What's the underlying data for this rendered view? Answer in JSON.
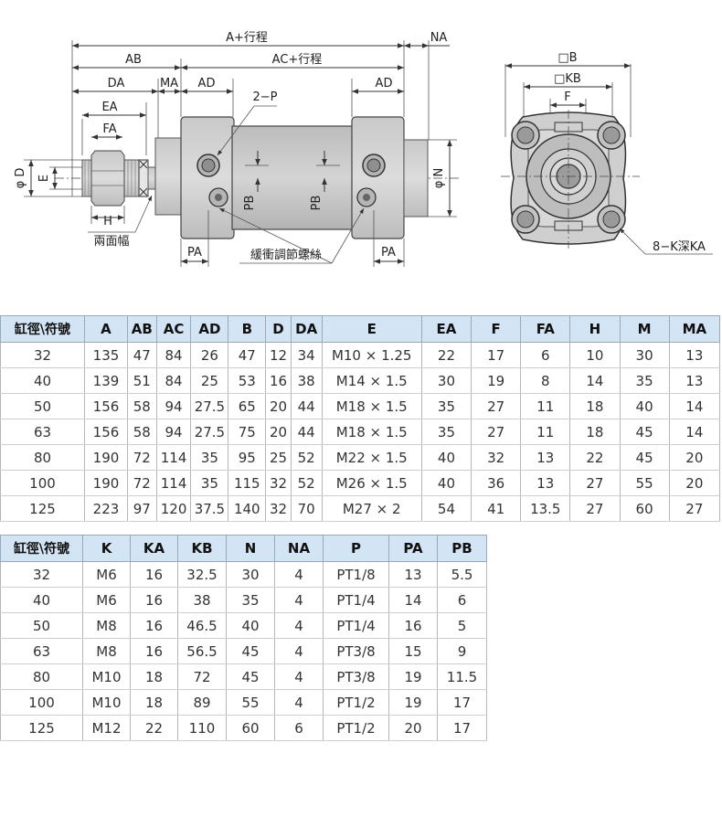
{
  "drawing": {
    "side_view": {
      "top_dims": [
        "A+行程",
        "NA"
      ],
      "second_dims": [
        "AB",
        "AC+行程"
      ],
      "third_dims": [
        "DA",
        "MA",
        "AD",
        "AD"
      ],
      "rod_dims": [
        "EA",
        "FA"
      ],
      "left_dims": [
        "φ D",
        "E"
      ],
      "right_dim": "φ N",
      "port_label": "2−P",
      "pb_labels": [
        "PB",
        "PB"
      ],
      "pa_labels": [
        "PA",
        "PA"
      ],
      "h_label": "H",
      "width_across_flats": "兩面幅",
      "cushion_screw": "緩衝調節螺絲"
    },
    "end_view": {
      "dims": [
        "□B",
        "□KB",
        "F"
      ],
      "bolt_label": "8−K深KA"
    }
  },
  "table1": {
    "headers": [
      "缸徑\\符號",
      "A",
      "AB",
      "AC",
      "AD",
      "B",
      "D",
      "DA",
      "E",
      "EA",
      "F",
      "FA",
      "H",
      "M",
      "MA"
    ],
    "rows": [
      [
        "32",
        "135",
        "47",
        "84",
        "26",
        "47",
        "12",
        "34",
        "M10 × 1.25",
        "22",
        "17",
        "6",
        "10",
        "30",
        "13"
      ],
      [
        "40",
        "139",
        "51",
        "84",
        "25",
        "53",
        "16",
        "38",
        "M14 × 1.5",
        "30",
        "19",
        "8",
        "14",
        "35",
        "13"
      ],
      [
        "50",
        "156",
        "58",
        "94",
        "27.5",
        "65",
        "20",
        "44",
        "M18 × 1.5",
        "35",
        "27",
        "11",
        "18",
        "40",
        "14"
      ],
      [
        "63",
        "156",
        "58",
        "94",
        "27.5",
        "75",
        "20",
        "44",
        "M18 × 1.5",
        "35",
        "27",
        "11",
        "18",
        "45",
        "14"
      ],
      [
        "80",
        "190",
        "72",
        "114",
        "35",
        "95",
        "25",
        "52",
        "M22 × 1.5",
        "40",
        "32",
        "13",
        "22",
        "45",
        "20"
      ],
      [
        "100",
        "190",
        "72",
        "114",
        "35",
        "115",
        "32",
        "52",
        "M26 × 1.5",
        "40",
        "36",
        "13",
        "27",
        "55",
        "20"
      ],
      [
        "125",
        "223",
        "97",
        "120",
        "37.5",
        "140",
        "32",
        "70",
        "M27 × 2",
        "54",
        "41",
        "13.5",
        "27",
        "60",
        "27"
      ]
    ]
  },
  "table2": {
    "headers": [
      "缸徑\\符號",
      "K",
      "KA",
      "KB",
      "N",
      "NA",
      "P",
      "PA",
      "PB"
    ],
    "rows": [
      [
        "32",
        "M6",
        "16",
        "32.5",
        "30",
        "4",
        "PT1/8",
        "13",
        "5.5"
      ],
      [
        "40",
        "M6",
        "16",
        "38",
        "35",
        "4",
        "PT1/4",
        "14",
        "6"
      ],
      [
        "50",
        "M8",
        "16",
        "46.5",
        "40",
        "4",
        "PT1/4",
        "16",
        "5"
      ],
      [
        "63",
        "M8",
        "16",
        "56.5",
        "45",
        "4",
        "PT3/8",
        "15",
        "9"
      ],
      [
        "80",
        "M10",
        "18",
        "72",
        "45",
        "4",
        "PT3/8",
        "19",
        "11.5"
      ],
      [
        "100",
        "M10",
        "18",
        "89",
        "55",
        "4",
        "PT1/2",
        "19",
        "17"
      ],
      [
        "125",
        "M12",
        "22",
        "110",
        "60",
        "6",
        "PT1/2",
        "20",
        "17"
      ]
    ]
  }
}
